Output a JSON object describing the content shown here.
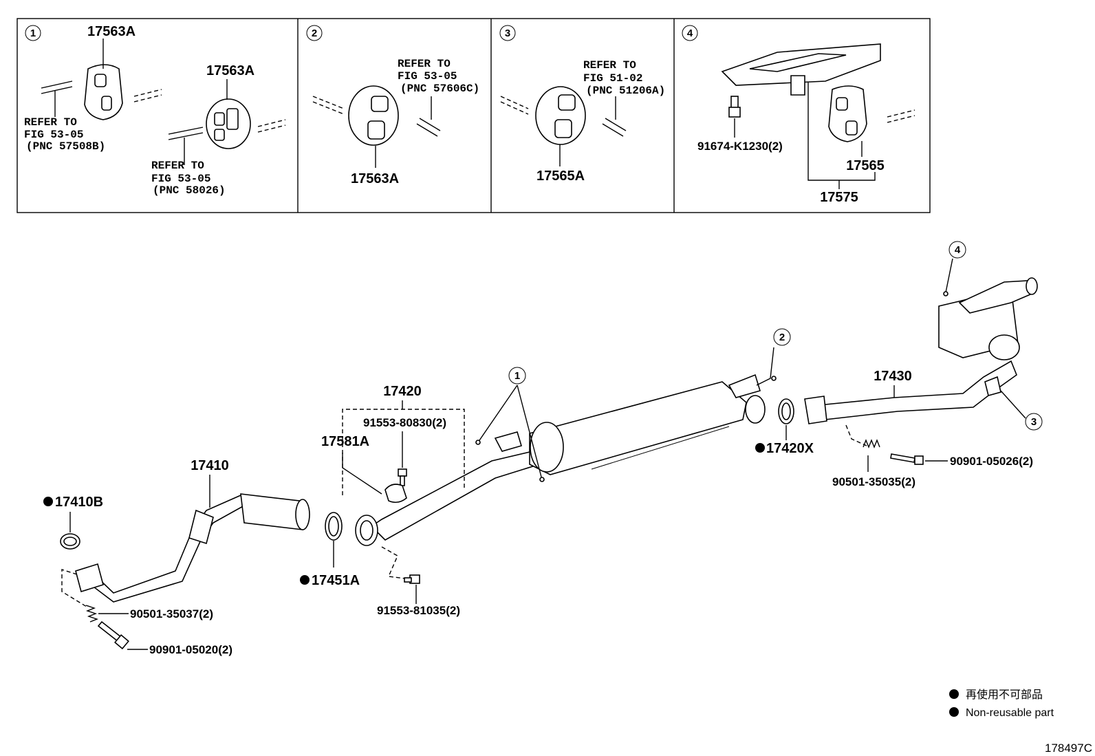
{
  "insets": [
    {
      "number": "1",
      "labels": {
        "part_a": "17563A",
        "part_b": "17563A",
        "ref1_line1": "REFER TO",
        "ref1_line2": "FIG 53-05",
        "ref1_line3": "(PNC 57508B)",
        "ref2_line1": "REFER TO",
        "ref2_line2": "FIG 53-05",
        "ref2_line3": "(PNC 58026)"
      }
    },
    {
      "number": "2",
      "labels": {
        "part": "17563A",
        "ref_line1": "REFER TO",
        "ref_line2": "FIG 53-05",
        "ref_line3": "(PNC 57606C)"
      }
    },
    {
      "number": "3",
      "labels": {
        "part": "17565A",
        "ref_line1": "REFER TO",
        "ref_line2": "FIG 51-02",
        "ref_line3": "(PNC 51206A)"
      }
    },
    {
      "number": "4",
      "labels": {
        "bolt": "91674-K1230(2)",
        "part_a": "17565",
        "part_b": "17575"
      }
    }
  ],
  "main": {
    "callouts": [
      "1",
      "2",
      "3",
      "4"
    ],
    "parts": {
      "p17410": "17410",
      "p17410b": "17410B",
      "p17420": "17420",
      "p17420x": "17420X",
      "p17430": "17430",
      "p17451a": "17451A",
      "p17581a": "17581A",
      "b9155380830": "91553-80830(2)",
      "b9155381035": "91553-81035(2)",
      "s9050135037": "90501-35037(2)",
      "b9090105020": "90901-05020(2)",
      "s9050135035": "90501-35035(2)",
      "b9090105026": "90901-05026(2)"
    }
  },
  "legend": {
    "line_ja": "再使用不可部品",
    "line_en": "Non-reusable part"
  },
  "figure_id": "178497C"
}
